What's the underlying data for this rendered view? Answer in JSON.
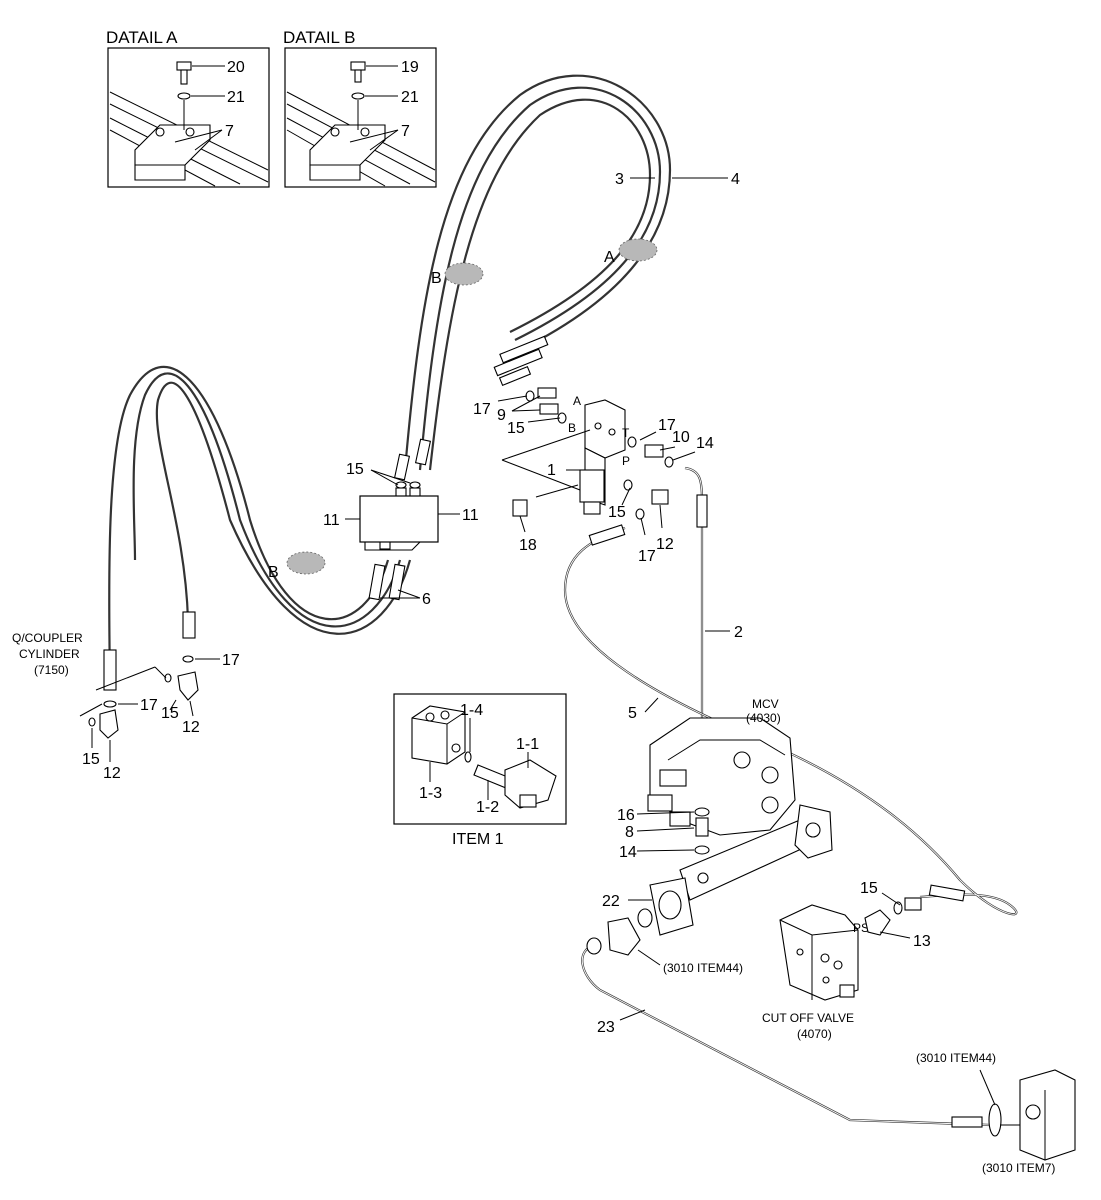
{
  "details": {
    "detail_a": {
      "title": "DATAIL A",
      "bolt": "20",
      "washer": "21",
      "clamp": "7"
    },
    "detail_b": {
      "title": "DATAIL B",
      "bolt": "19",
      "washer": "21",
      "clamp": "7"
    }
  },
  "section_marks": {
    "a": "A",
    "b_upper": "B",
    "b_lower": "B"
  },
  "part_numbers": {
    "p1": "1",
    "p2": "2",
    "p3": "3",
    "p4": "4",
    "p5": "5",
    "p6": "6",
    "p8": "8",
    "p9": "9",
    "p10": "10",
    "p11_left": "11",
    "p11_right": "11",
    "p12_valve": "12",
    "p12_cyl_a": "12",
    "p12_cyl_b": "12",
    "p13": "13",
    "p14_top": "14",
    "p14_mcv": "14",
    "p15_block": "15",
    "p15_valve": "15",
    "p15_valve_b": "15",
    "p15_cyl_a": "15",
    "p15_cyl_b": "15",
    "p15_cutoff": "15",
    "p16": "16",
    "p17_left": "17",
    "p17_tee": "17",
    "p17_low": "17",
    "p17_cyl_a": "17",
    "p17_cyl_b": "17",
    "p18": "18",
    "p22": "22",
    "p23": "23"
  },
  "port_letters": {
    "a": "A",
    "b": "B",
    "t": "T",
    "p": "P",
    "ps": "PS"
  },
  "cylinder_label": {
    "line1": "Q/COUPLER",
    "line2": "CYLINDER",
    "line3": "(7150)"
  },
  "mcv_label": {
    "line1": "MCV",
    "line2": "(4030)"
  },
  "cutoff_label": {
    "line1": "CUT OFF VALVE",
    "line2": "(4070)"
  },
  "item1": {
    "caption": "ITEM 1",
    "p1_1": "1-1",
    "p1_2": "1-2",
    "p1_3": "1-3",
    "p1_4": "1-4"
  },
  "refs": {
    "item44_mid": "(3010 ITEM44)",
    "item44_right": "(3010 ITEM44)",
    "item7": "(3010 ITEM7)"
  }
}
